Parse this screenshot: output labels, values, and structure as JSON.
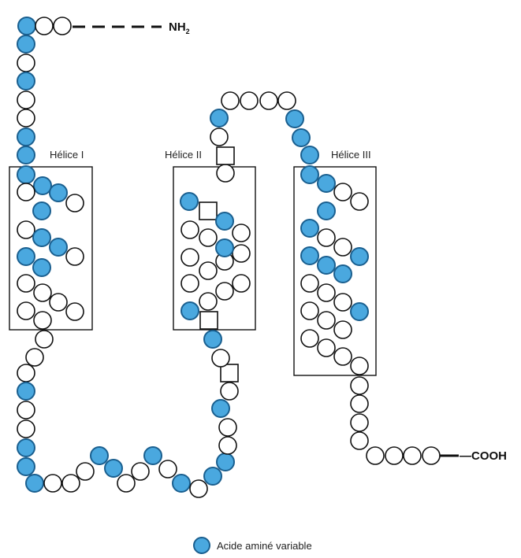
{
  "terminus": {
    "n_main": "NH",
    "n_sub": "2",
    "c": "—COOH"
  },
  "helices": [
    "Hélice I",
    "Hélice II",
    "Hélice III"
  ],
  "legend": {
    "label": "Acide aminé variable"
  },
  "colors": {
    "variable": "#4aa8df",
    "constant": "#ffffff",
    "stroke": "#111111"
  }
}
